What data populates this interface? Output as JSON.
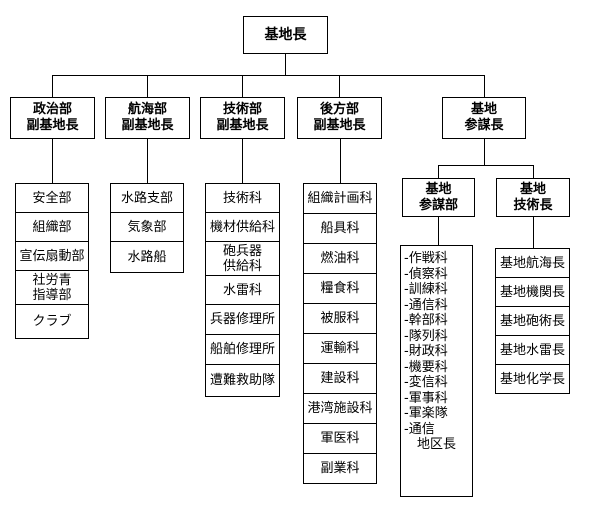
{
  "chart": {
    "root": "基地長",
    "deputies": [
      "政治部\n副基地長",
      "航海部\n副基地長",
      "技術部\n副基地長",
      "後方部\n副基地長",
      "基地\n参謀長"
    ],
    "political": [
      "安全部",
      "組織部",
      "宣伝扇動部",
      "社労青\n指導部",
      "クラブ"
    ],
    "navigation": [
      "水路支部",
      "気象部",
      "水路船"
    ],
    "technical": [
      "技術科",
      "機材供給科",
      "砲兵器\n供給科",
      "水雷科",
      "兵器修理所",
      "船舶修理所",
      "遭難救助隊"
    ],
    "logistics": [
      "組織計画科",
      "船具科",
      "燃油科",
      "糧食科",
      "被服科",
      "運輸科",
      "建設科",
      "港湾施設科",
      "軍医科",
      "副業科"
    ],
    "staff_dept": "基地\n参謀部",
    "staff_sections": [
      "-作戦科",
      "-偵察科",
      "-訓練科",
      "-通信科",
      "-幹部科",
      "-隊列科",
      "-財政科",
      "-機要科",
      "-変信科",
      "-軍事科",
      "-軍楽隊",
      "-通信",
      "　地区長"
    ],
    "tech_chief": "基地\n技術長",
    "tech_officers": [
      "基地航海長",
      "基地機関長",
      "基地砲術長",
      "基地水雷長",
      "基地化学長"
    ]
  },
  "colors": {
    "border": "#000000",
    "background": "#ffffff",
    "text": "#000000"
  }
}
